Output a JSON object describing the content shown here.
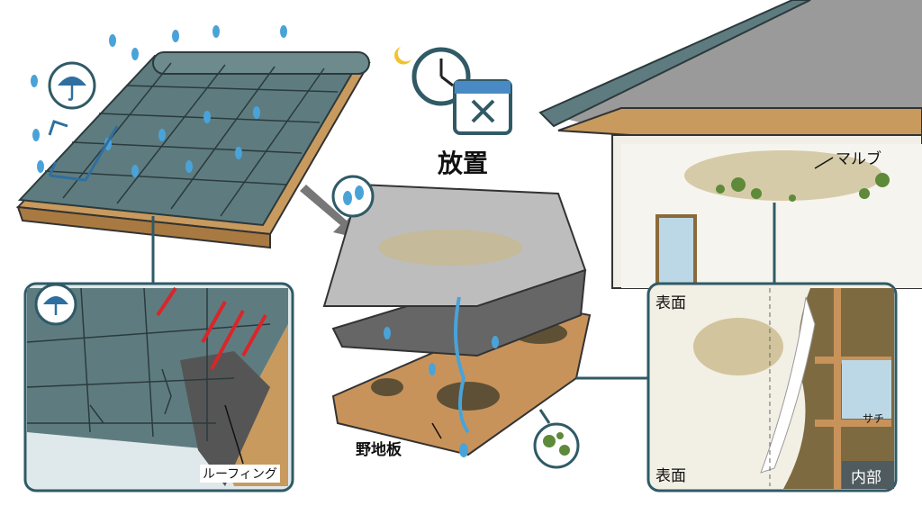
{
  "labels": {
    "neglect": "放置",
    "sheathing": "野地板",
    "roofing": "ルーフィング",
    "mold": "マルブ",
    "surface_top": "表面",
    "surface_bottom": "表面",
    "interior": "内部",
    "sachi": "サチ"
  },
  "colors": {
    "tile": "#5e7c80",
    "wood": "#c89a5e",
    "panel_border": "#2f5a66",
    "rain": "#4aa3d8",
    "arrow_red": "#d8262a",
    "mold_green": "#5e8a3a",
    "stain": "#c9b98a"
  }
}
